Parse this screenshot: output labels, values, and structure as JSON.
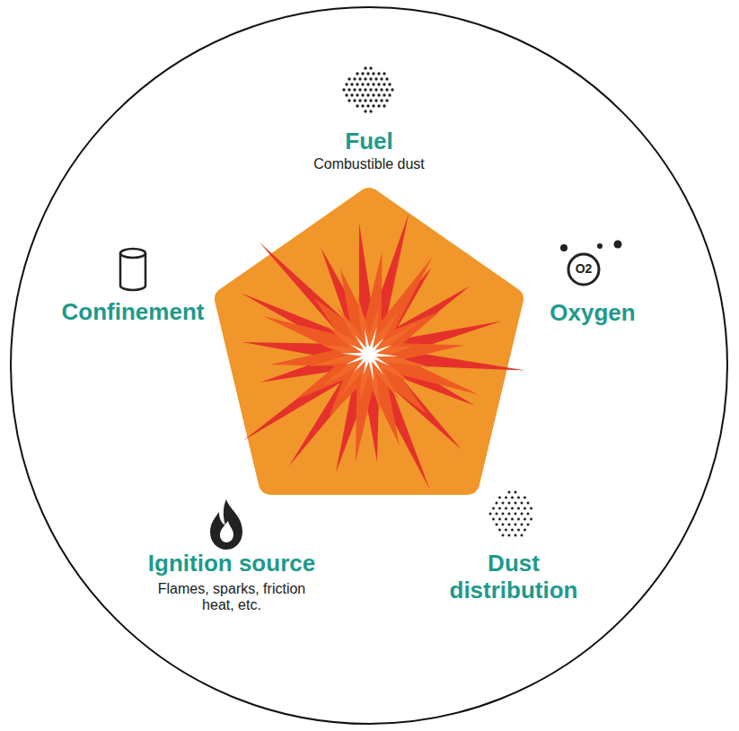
{
  "diagram": {
    "labels": [
      "Fuel",
      "Combustible dust",
      "Confinement",
      "O2",
      "Oxygen",
      "Ignition source",
      "Flames, sparks, friction heat, etc.",
      "Dust distribution"
    ]
  }
}
